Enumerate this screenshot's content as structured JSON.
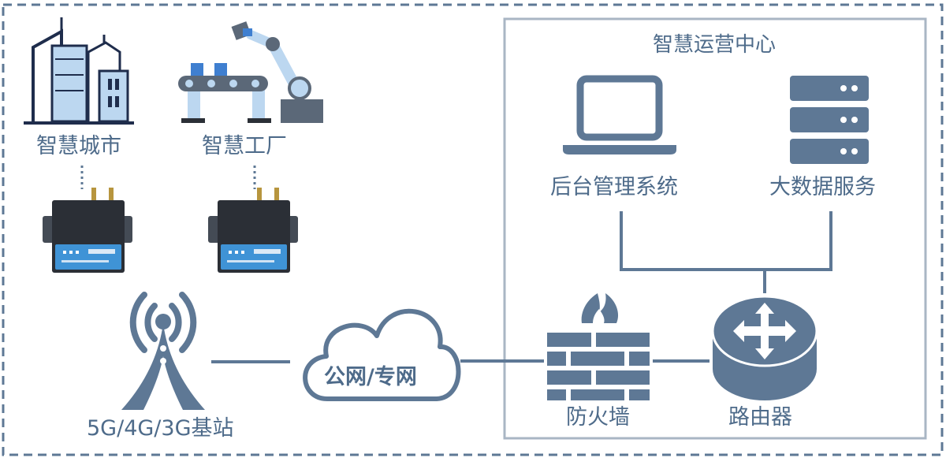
{
  "operations_center": {
    "title": "智慧运营中心"
  },
  "nodes": {
    "smart_city": "智慧城市",
    "smart_factory": "智慧工厂",
    "backend_system": "后台管理系统",
    "big_data": "大数据服务",
    "base_station": "5G/4G/3G基站",
    "network": "公网/专网",
    "firewall": "防火墙",
    "router": "路由器"
  },
  "icons": {
    "smart_city": "city-buildings-icon",
    "smart_factory": "factory-robot-arm-icon",
    "gateway_1": "industrial-router-icon",
    "gateway_2": "industrial-router-icon",
    "backend_system": "laptop-icon",
    "big_data": "server-rack-icon",
    "base_station": "signal-tower-icon",
    "network": "cloud-icon",
    "firewall": "firewall-icon",
    "router": "router-icon"
  },
  "colors": {
    "primary": "#5e7895",
    "dark_navy": "#1f2d4c",
    "light_blue": "#bcd7f0",
    "device_black": "#2b2f36",
    "device_blue": "#3f93d6",
    "border": "#5e7895",
    "panel_border": "#a9b6c4"
  }
}
